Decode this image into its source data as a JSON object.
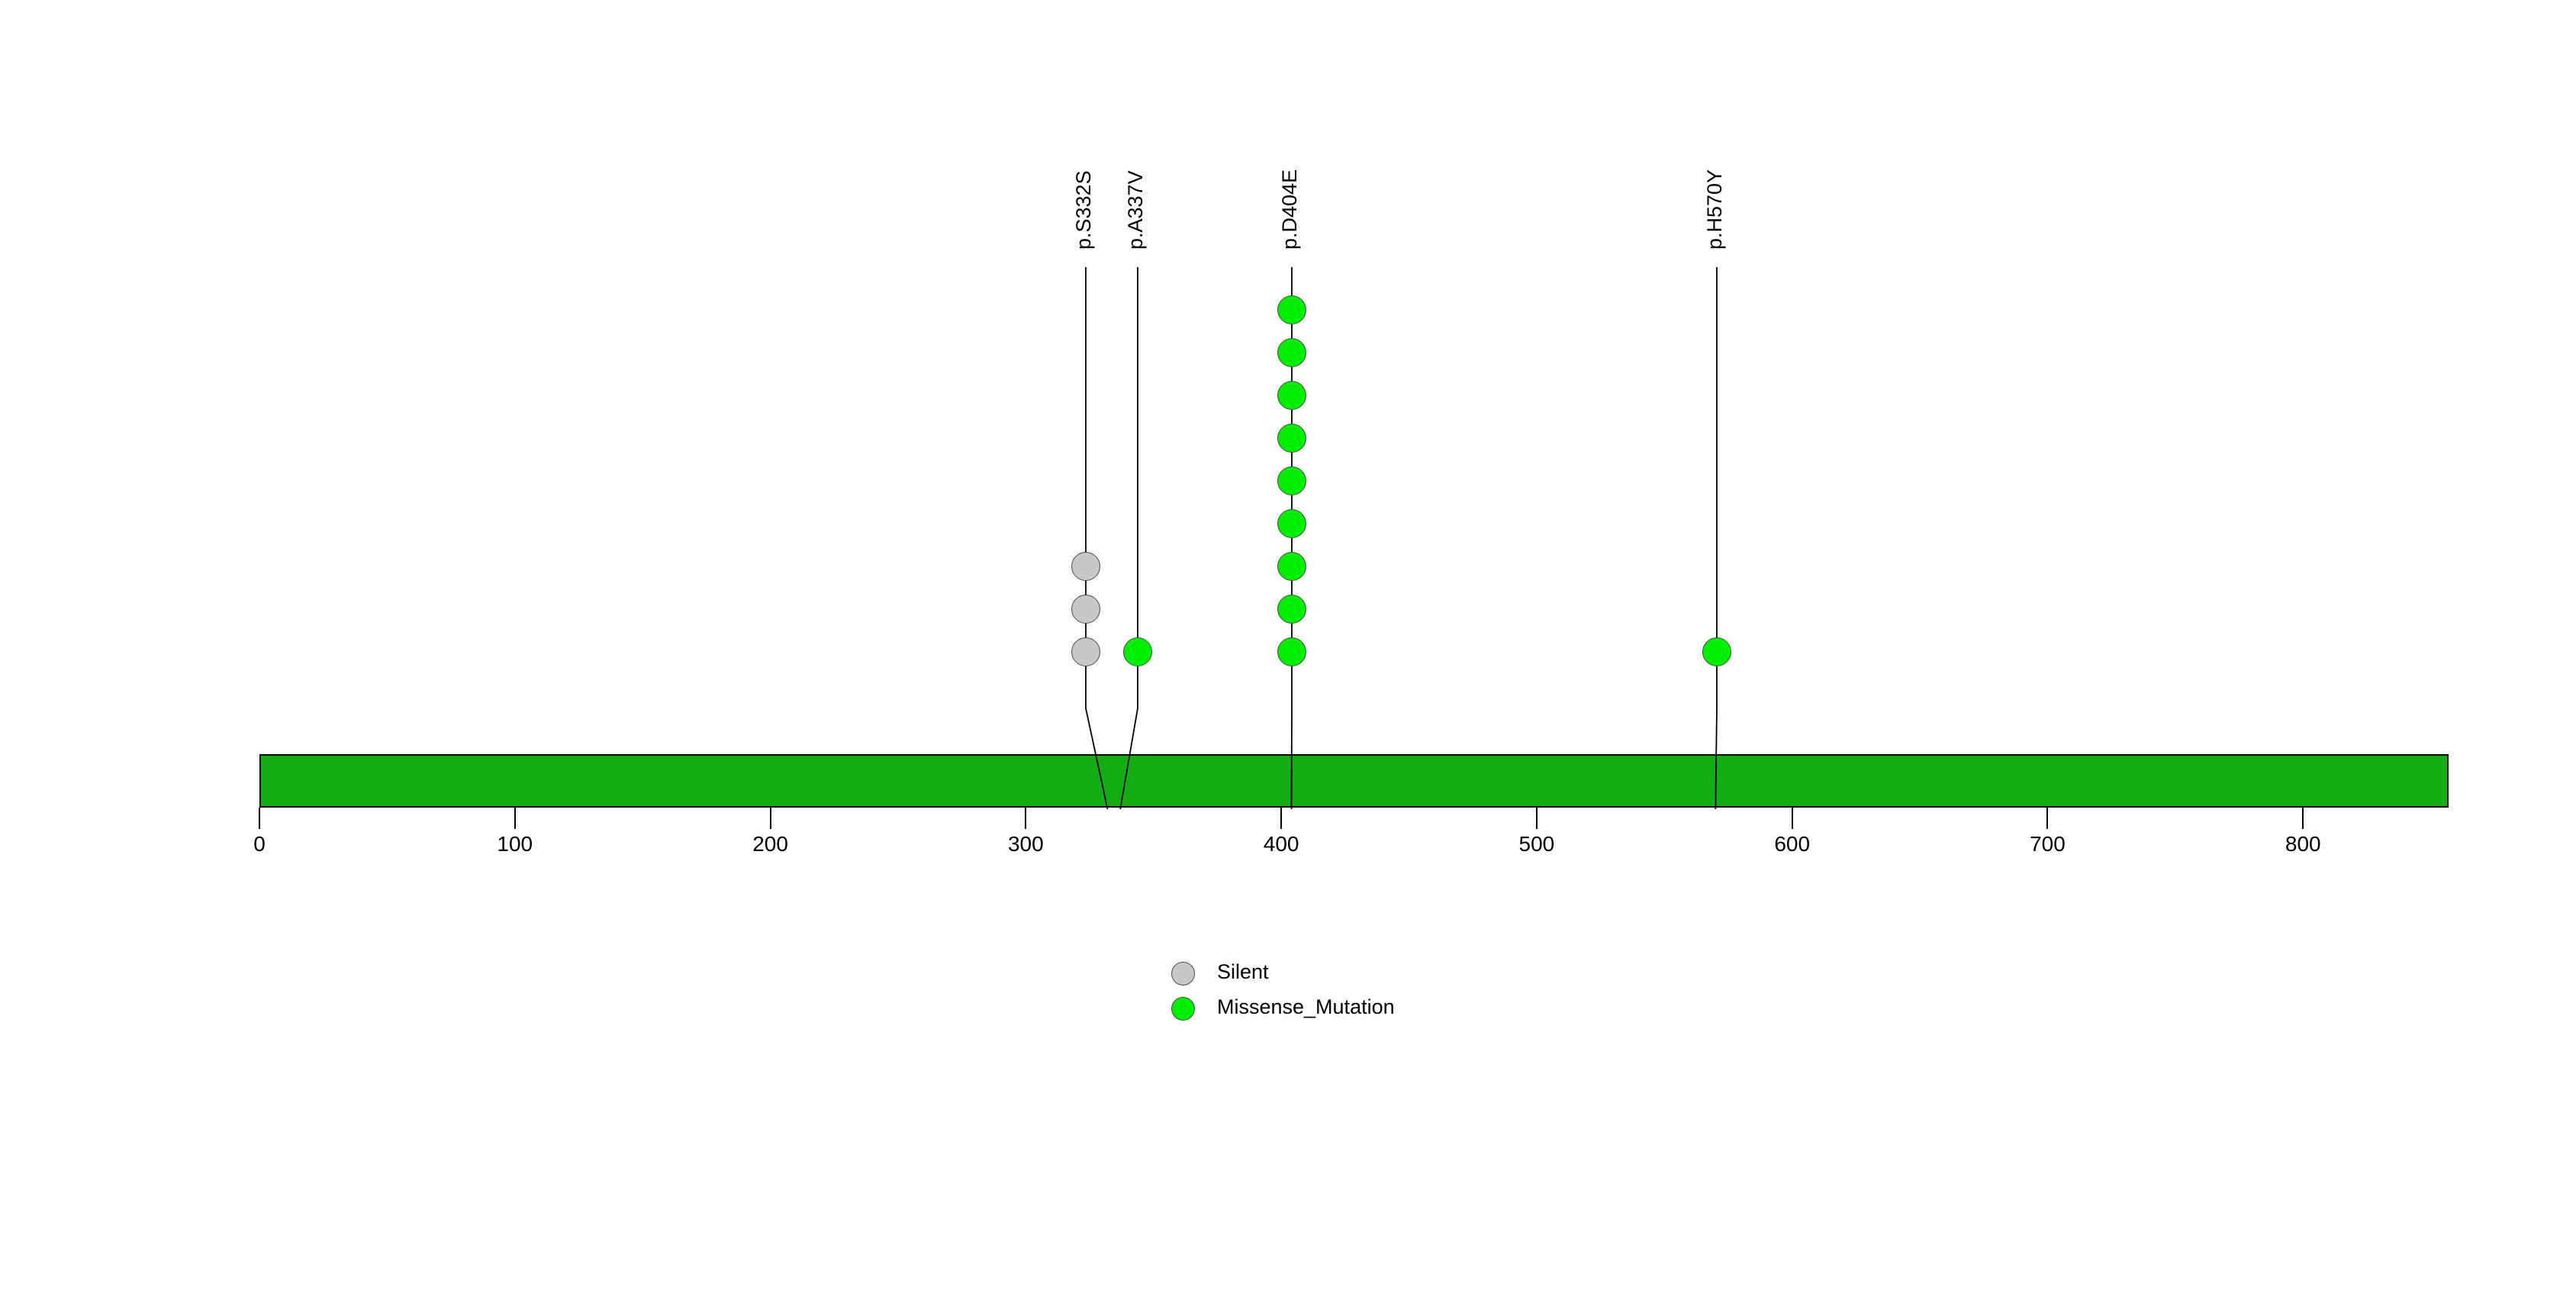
{
  "chart_data": {
    "type": "lollipop",
    "title": "",
    "xlabel": "",
    "ylabel": "",
    "xlim": [
      0,
      857
    ],
    "protein": {
      "start": 0,
      "end": 857,
      "color": "#14AD12",
      "border_color": "#000000"
    },
    "axis": {
      "ticks": [
        0,
        100,
        200,
        300,
        400,
        500,
        600,
        700,
        800
      ],
      "tick_labels": [
        "0",
        "100",
        "200",
        "300",
        "400",
        "500",
        "600",
        "700",
        "800"
      ]
    },
    "mutations": [
      {
        "label": "p.S332S",
        "position": 332,
        "count": 3,
        "type": "Silent",
        "color": "#C8C8C8"
      },
      {
        "label": "p.A337V",
        "position": 337,
        "count": 1,
        "type": "Missense_Mutation",
        "color": "#00EE00"
      },
      {
        "label": "p.D404E",
        "position": 404,
        "count": 9,
        "type": "Missense_Mutation",
        "color": "#00EE00"
      },
      {
        "label": "p.H570Y",
        "position": 570,
        "count": 1,
        "type": "Missense_Mutation",
        "color": "#00EE00"
      }
    ],
    "legend": {
      "position": "bottom-center",
      "entries": [
        {
          "label": "Silent",
          "color": "#C8C8C8"
        },
        {
          "label": "Missense_Mutation",
          "color": "#00EE00"
        }
      ]
    }
  }
}
